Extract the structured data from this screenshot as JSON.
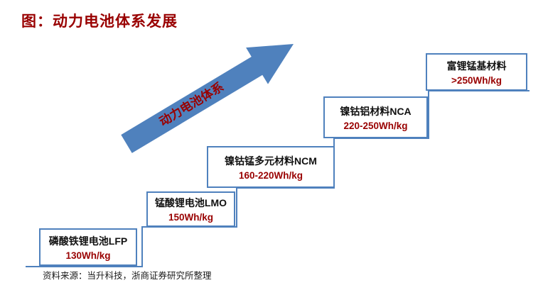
{
  "title": "图：动力电池体系发展",
  "arrow": {
    "label": "动力电池体系"
  },
  "steps": [
    {
      "name": "磷酸铁锂电池LFP",
      "value": "130Wh/kg"
    },
    {
      "name": "锰酸锂电池LMO",
      "value": "150Wh/kg"
    },
    {
      "name": "镍钴锰多元材料NCM",
      "value": "160-220Wh/kg"
    },
    {
      "name": "镍钴铝材料NCA",
      "value": "220-250Wh/kg"
    },
    {
      "name": "富锂锰基材料",
      "value": ">250Wh/kg"
    }
  ],
  "source": "资料来源：当升科技，浙商证券研究所整理",
  "colors": {
    "accent_blue": "#4F81BD",
    "dark_red": "#990000",
    "text_black": "#111111"
  }
}
